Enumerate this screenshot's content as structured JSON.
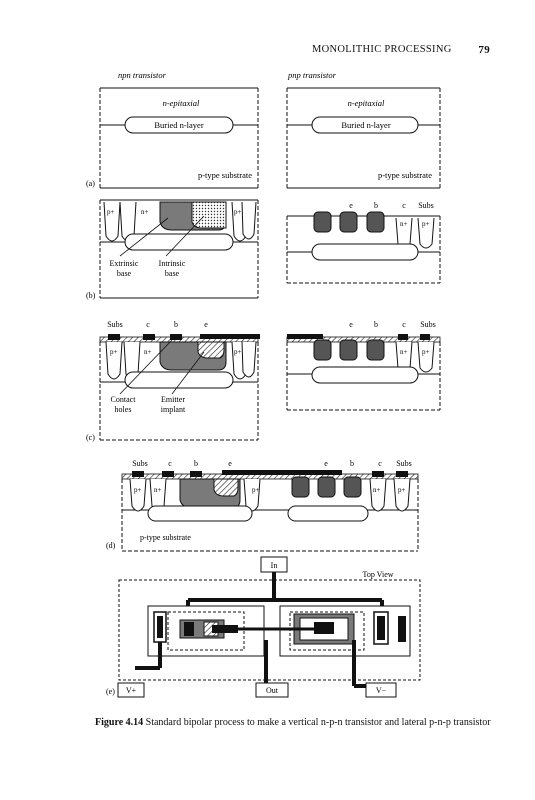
{
  "header": {
    "running_title": "MONOLITHIC PROCESSING",
    "page_number": "79"
  },
  "panel_a": {
    "left_title": "npn transistor",
    "right_title": "pnp transistor",
    "epi": "n-epitaxial",
    "buried": "Buried n-layer",
    "substrate": "p-type substrate",
    "label": "(a)"
  },
  "panel_b": {
    "p_plus": "p+",
    "n_plus": "n+",
    "extrinsic_l1": "Extrinsic",
    "extrinsic_l2": "base",
    "intrinsic_l1": "Intrinsic",
    "intrinsic_l2": "base",
    "terms": {
      "e": "e",
      "b": "b",
      "c": "c",
      "subs": "Subs"
    },
    "label": "(b)"
  },
  "panel_c": {
    "terms": {
      "subs": "Subs",
      "c": "c",
      "b": "b",
      "e": "e"
    },
    "contact_l1": "Contact",
    "contact_l2": "holes",
    "emitter_l1": "Emitter",
    "emitter_l2": "implant",
    "label": "(c)"
  },
  "panel_d": {
    "terms": {
      "subs": "Subs",
      "c": "c",
      "b": "b",
      "e": "e"
    },
    "substrate": "p-type substrate",
    "label": "(d)"
  },
  "panel_e": {
    "in": "In",
    "top_view": "Top View",
    "vplus": "V+",
    "out": "Out",
    "vminus": "V−",
    "label": "(e)"
  },
  "caption": {
    "figure_label": "Figure 4.14",
    "text": "Standard bipolar process to make a vertical n-p-n transistor and lateral p-n-p transistor"
  }
}
